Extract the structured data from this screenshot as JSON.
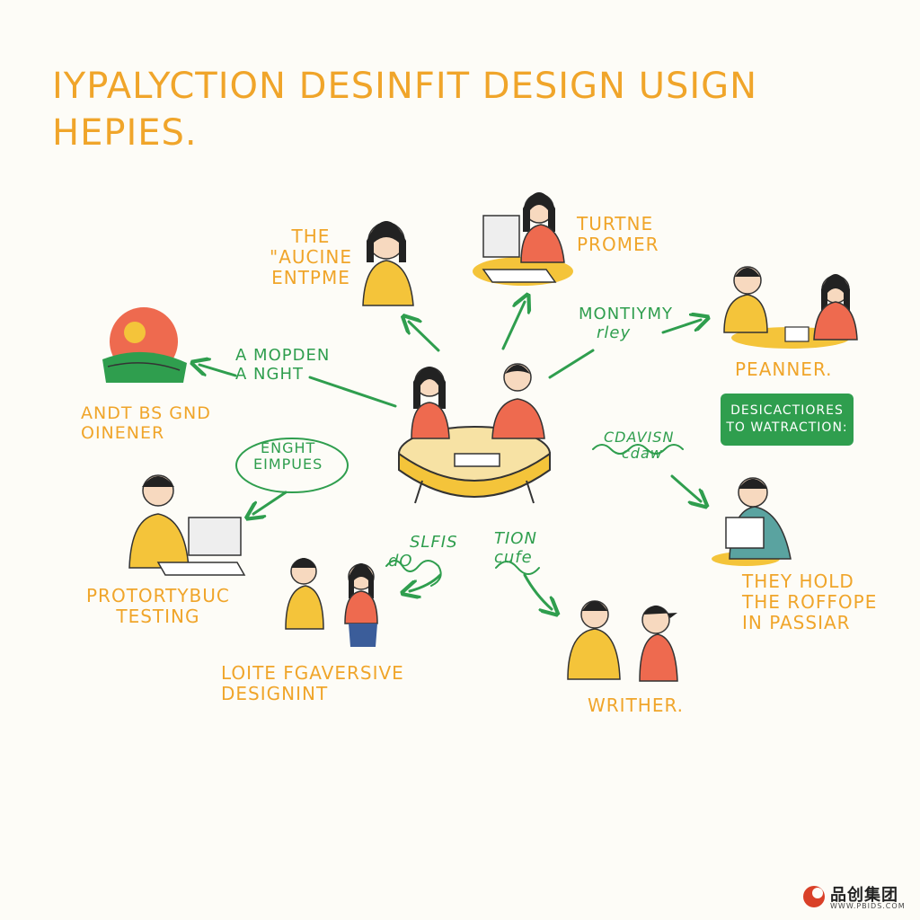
{
  "title": {
    "line1": "IYPALYCTION DESINFIT DESIGN USIGN",
    "line2": "HEPIES."
  },
  "labels": {
    "audience": [
      "THE",
      "\"AUCINE",
      "ENTPME"
    ],
    "turtne": [
      "TURTNE",
      "PROMER"
    ],
    "montiymy": [
      "MONTIYMY",
      "rley"
    ],
    "penner": [
      "PEANNER."
    ],
    "modpden": [
      "A MOPDEN",
      "A NGHT"
    ],
    "andt": [
      "ANDT BS GND",
      "OINENER"
    ],
    "enght": [
      "ENGHT",
      "EIMPUES"
    ],
    "cdavisn": [
      "CDAVISN",
      "cdaw"
    ],
    "prototype": [
      "PROTORTYBUC",
      "TESTING"
    ],
    "slfis": [
      "SLFIS",
      "dO"
    ],
    "tion": [
      "TION",
      "cufe"
    ],
    "loite": [
      "LOITE FGAVERSIVE",
      "DESIGNINT"
    ],
    "writher": [
      "WRITHER."
    ],
    "hold": [
      "THEY HOLD",
      "THE ROFFOPE",
      "IN PASSIAR"
    ]
  },
  "badge": {
    "line1": "DESICACTIORES",
    "line2": "TO WATRACTION:"
  },
  "logo": {
    "name": "品创集团",
    "url": "WWW.PBIDS.COM"
  },
  "colors": {
    "orange": "#f0a52a",
    "green": "#2f9e4e",
    "red": "#ee6a4f",
    "yellow": "#f4c43a",
    "background": "#fdfcf7"
  }
}
